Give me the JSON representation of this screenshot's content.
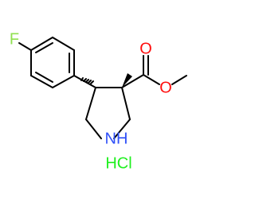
{
  "molecule": {
    "atoms": {
      "fluorine": "F",
      "carbonyl_oxygen": "O",
      "ester_oxygen": "O",
      "ring_nitrogen": "NH",
      "salt": "HCl"
    }
  },
  "colors": {
    "bond": "#000000",
    "fluorine": "#90e050",
    "oxygen": "#ff0d0d",
    "nitrogen": "#3050f8",
    "salt": "#1ff01f"
  }
}
